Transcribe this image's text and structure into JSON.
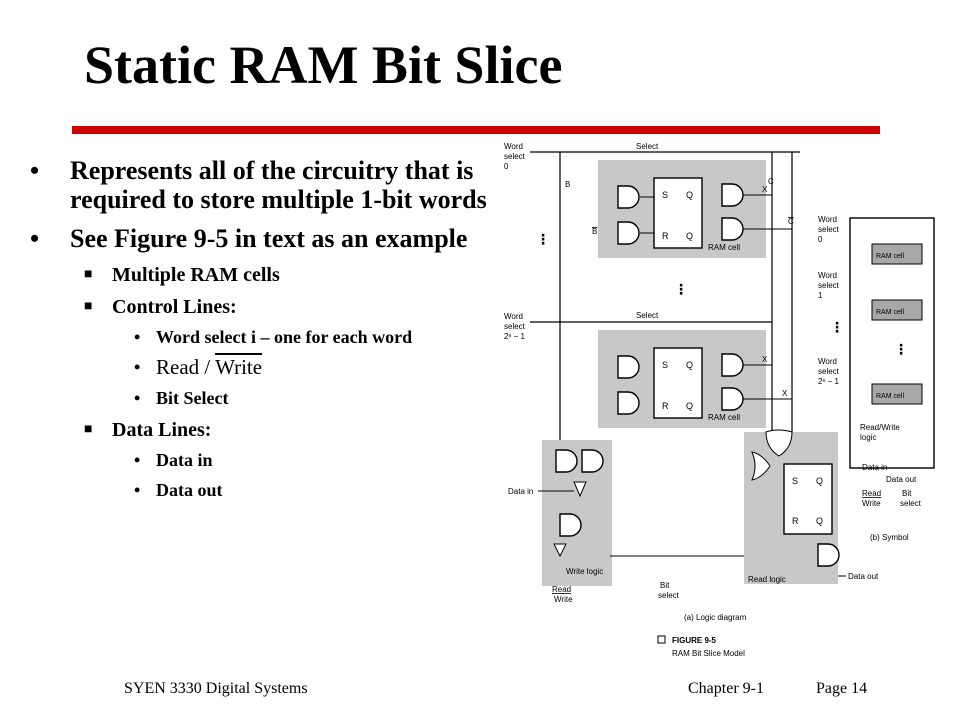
{
  "slide": {
    "title": "Static RAM Bit Slice",
    "bullets": [
      "Represents all of the circuitry that is required to store multiple 1-bit words",
      "See Figure 9-5 in text as an example"
    ],
    "sub_items": {
      "multiple_cells": "Multiple RAM cells",
      "control_lines": "Control Lines:",
      "word_select": "Word select i – one for each word",
      "read": "Read",
      "slash": " / ",
      "write": "Write",
      "bit_select": "Bit Select",
      "data_lines": "Data Lines:",
      "data_in": "Data in",
      "data_out": "Data out"
    },
    "footer": {
      "course": "SYEN 3330 Digital Systems",
      "chapter": "Chapter 9-1",
      "page": "Page 14"
    },
    "accent_color": "#cc0000"
  },
  "figure": {
    "select": "Select",
    "word_select": "Word",
    "select_word": "select",
    "zero": "0",
    "two_n_minus_1": "2ⁿ − 1",
    "b": "B",
    "b_bar": "B",
    "s": "S",
    "r": "R",
    "q": "Q",
    "c": "C",
    "c_bar": "C",
    "x": "X",
    "ram_cell": "RAM cell",
    "data_in": "Data in",
    "write_logic": "Write logic",
    "read_logic": "Read logic",
    "data_out": "Data out",
    "read": "Read",
    "write": "Write",
    "bit": "Bit",
    "bit_select": "select",
    "caption_a": "(a) Logic diagram",
    "caption_b": "(b) Symbol",
    "fig_number": "FIGURE 9-5",
    "fig_title": "RAM Bit Slice Model",
    "one": "1",
    "read_write_logic": "Read/Write",
    "logic": "logic",
    "data": "Data",
    "out": "out"
  }
}
